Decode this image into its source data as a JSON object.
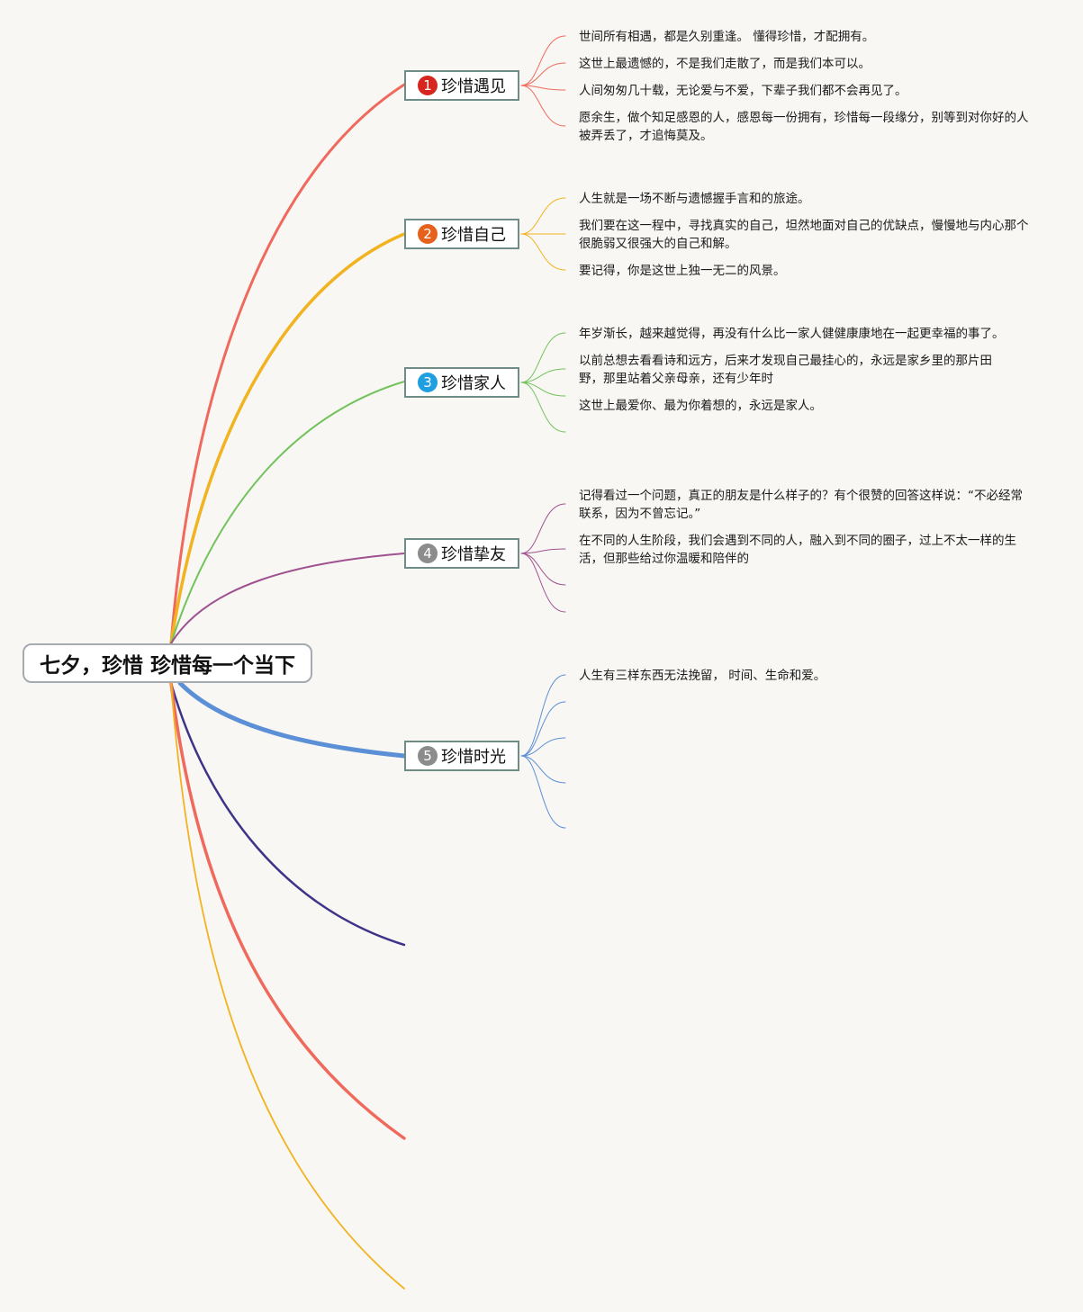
{
  "root": {
    "title": "七夕，珍惜 珍惜每一个当下"
  },
  "branches": [
    {
      "number": "1",
      "label": "珍惜遇见",
      "badge_color": "#d7261f",
      "line_color": "#ef6a5c",
      "leaves": [
        "世间所有相遇，都是久别重逢。 懂得珍惜，才配拥有。",
        "这世上最遗憾的，不是我们走散了，而是我们本可以。",
        "人间匆匆几十载，无论爱与不爱，下辈子我们都不会再见了。",
        "愿余生，做个知足感恩的人，感恩每一份拥有，珍惜每一段缘分，别等到对你好的人被弄丢了，才追悔莫及。"
      ]
    },
    {
      "number": "2",
      "label": "珍惜自己",
      "badge_color": "#e6621c",
      "line_color": "#f1b320",
      "leaves": [
        "人生就是一场不断与遗憾握手言和的旅途。",
        "我们要在这一程中，寻找真实的自己，坦然地面对自己的优缺点，慢慢地与内心那个很脆弱又很强大的自己和解。",
        "要记得，你是这世上独一无二的风景。"
      ]
    },
    {
      "number": "3",
      "label": "珍惜家人",
      "badge_color": "#1f9ee0",
      "line_color": "#72c35b",
      "leaves": [
        "年岁渐长，越来越觉得，再没有什么比一家人健健康康地在一起更幸福的事了。",
        "以前总想去看看诗和远方，后来才发现自己最挂心的，永远是家乡里的那片田野，那里站着父亲母亲，还有少年时",
        "这世上最爱你、最为你着想的，永远是家人。"
      ]
    },
    {
      "number": "4",
      "label": "珍惜挚友",
      "badge_color": "#8c8c8c",
      "line_color": "#a0518f",
      "leaves": [
        "记得看过一个问题，真正的朋友是什么样子的？有个很赞的回答这样说：“不必经常联系，因为不曾忘记。”",
        "在不同的人生阶段，我们会遇到不同的人，融入到不同的圈子，过上不太一样的生活，但那些给过你温暖和陪伴的"
      ]
    },
    {
      "number": "5",
      "label": "珍惜时光",
      "badge_color": "#8c8c8c",
      "line_color": "#5b8fd6",
      "leaves": [
        "人生有三样东西无法挽留， 时间、生命和爱。"
      ]
    }
  ],
  "extra_lines": [
    {
      "color": "#3d3488"
    },
    {
      "color": "#ef6a5c"
    },
    {
      "color": "#f1b320"
    }
  ]
}
